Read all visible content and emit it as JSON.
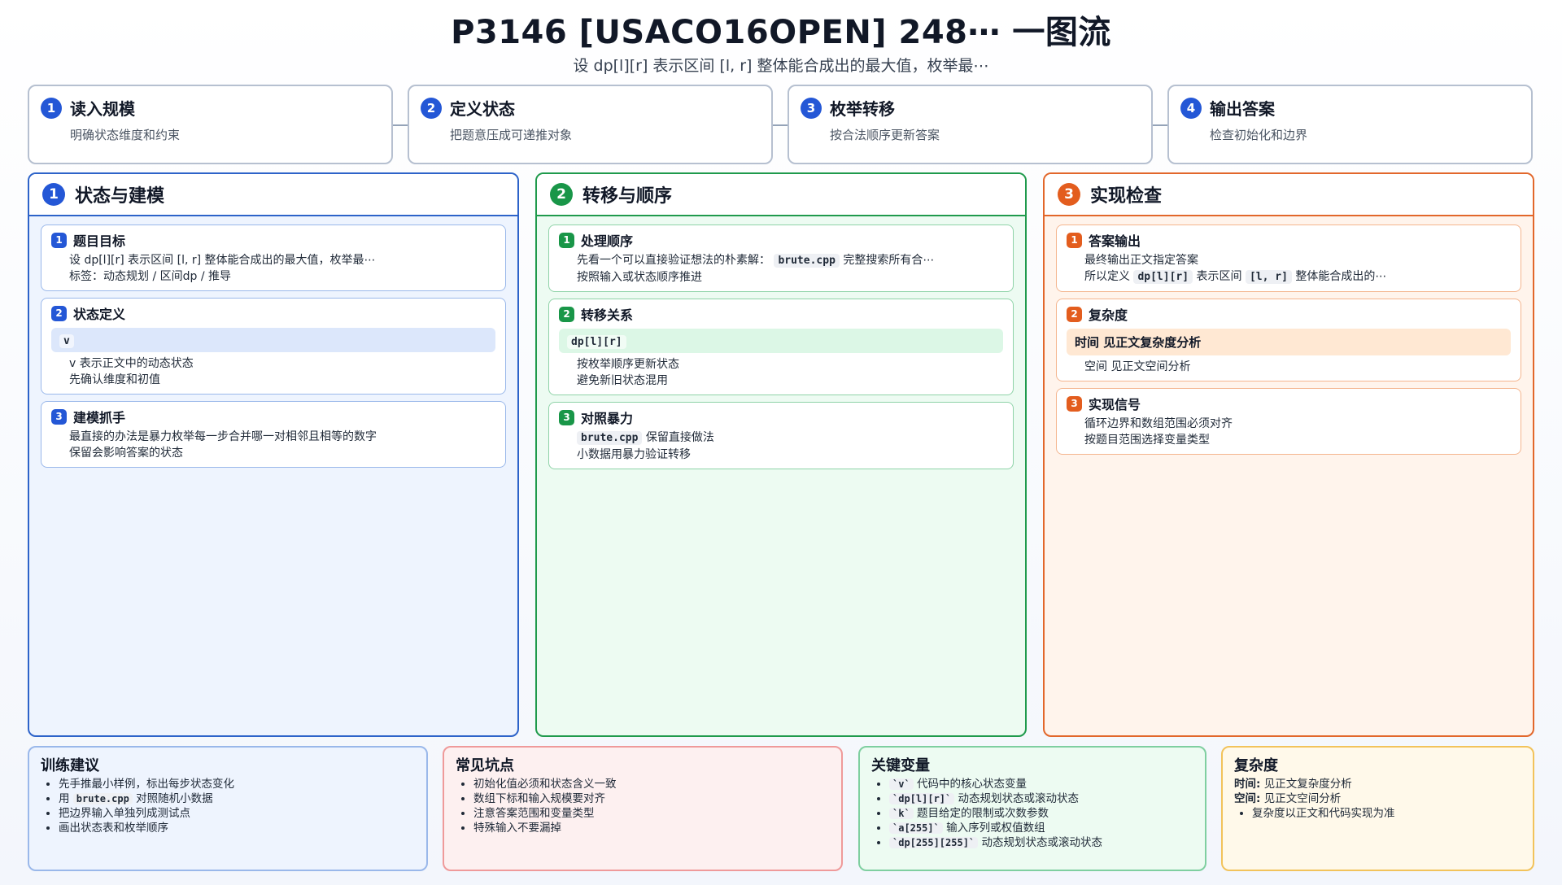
{
  "header": {
    "title": "P3146 [USACO16OPEN] 248⋯ 一图流",
    "subtitle": "设 dp[l][r] 表示区间 [l, r] 整体能合成出的最大值，枚举最⋯"
  },
  "steps": [
    {
      "num": "1",
      "title": "读入规模",
      "desc": "明确状态维度和约束",
      "color": "#2457d6"
    },
    {
      "num": "2",
      "title": "定义状态",
      "desc": "把题意压成可递推对象",
      "color": "#2457d6"
    },
    {
      "num": "3",
      "title": "枚举转移",
      "desc": "按合法顺序更新答案",
      "color": "#2457d6"
    },
    {
      "num": "4",
      "title": "输出答案",
      "desc": "检查初始化和边界",
      "color": "#2457d6"
    }
  ],
  "columns": {
    "c1": {
      "num": "1",
      "title": "状态与建模",
      "cards": [
        {
          "num": "1",
          "title": "题目目标",
          "items": [
            "设 dp[l][r] 表示区间 [l, r] 整体能合成出的最大值，枚举最⋯",
            "标签：动态规划 / 区间dp / 推导"
          ]
        },
        {
          "num": "2",
          "title": "状态定义",
          "highlight": "v",
          "items": [
            "v 表示正文中的动态状态",
            "先确认维度和初值"
          ]
        },
        {
          "num": "3",
          "title": "建模抓手",
          "items": [
            "最直接的办法是暴力枚举每一步合并哪一对相邻且相等的数字",
            "保留会影响答案的状态"
          ]
        }
      ]
    },
    "c2": {
      "num": "2",
      "title": "转移与顺序",
      "cards": [
        {
          "num": "1",
          "title": "处理顺序",
          "items_pre": "先看一个可以直接验证想法的朴素解：",
          "items_code": "brute.cpp",
          "items_post": "完整搜索所有合⋯",
          "item2": "按照输入或状态顺序推进"
        },
        {
          "num": "2",
          "title": "转移关系",
          "highlight": "dp[l][r]",
          "items": [
            "按枚举顺序更新状态",
            "避免新旧状态混用"
          ]
        },
        {
          "num": "3",
          "title": "对照暴力",
          "code": "brute.cpp",
          "code_post": "保留直接做法",
          "item2": "小数据用暴力验证转移"
        }
      ]
    },
    "c3": {
      "num": "3",
      "title": "实现检查",
      "cards": [
        {
          "num": "1",
          "title": "答案输出",
          "item1": "最终输出正文指定答案",
          "pre": "所以定义",
          "code1": "dp[l][r]",
          "mid": "表示区间",
          "code2": "[l, r]",
          "post": "整体能合成出的⋯"
        },
        {
          "num": "2",
          "title": "复杂度",
          "highlight": "时间 见正文复杂度分析",
          "items": [
            "空间 见正文空间分析"
          ]
        },
        {
          "num": "3",
          "title": "实现信号",
          "items": [
            "循环边界和数组范围必须对齐",
            "按题目范围选择变量类型"
          ]
        }
      ]
    }
  },
  "bottom": {
    "training": {
      "title": "训练建议",
      "item1": "先手推最小样例，标出每步状态变化",
      "item2_pre": "用",
      "item2_code": "brute.cpp",
      "item2_post": "对照随机小数据",
      "item3": "把边界输入单独列成测试点",
      "item4": "画出状态表和枚举顺序"
    },
    "pitfalls": {
      "title": "常见坑点",
      "items": [
        "初始化值必须和状态含义一致",
        "数组下标和输入规模要对齐",
        "注意答案范围和变量类型",
        "特殊输入不要漏掉"
      ]
    },
    "vars": {
      "title": "关键变量",
      "items": [
        {
          "code": "`v`",
          "desc": "代码中的核心状态变量"
        },
        {
          "code": "`dp[l][r]`",
          "desc": "动态规划状态或滚动状态"
        },
        {
          "code": "`k`",
          "desc": "题目给定的限制或次数参数"
        },
        {
          "code": "`a[255]`",
          "desc": "输入序列或权值数组"
        },
        {
          "code": "`dp[255][255]`",
          "desc": "动态规划状态或滚动状态"
        }
      ]
    },
    "complexity": {
      "title": "复杂度",
      "time_label": "时间:",
      "time_value": "见正文复杂度分析",
      "space_label": "空间:",
      "space_value": "见正文空间分析",
      "note": "复杂度以正文和代码实现为准"
    }
  }
}
